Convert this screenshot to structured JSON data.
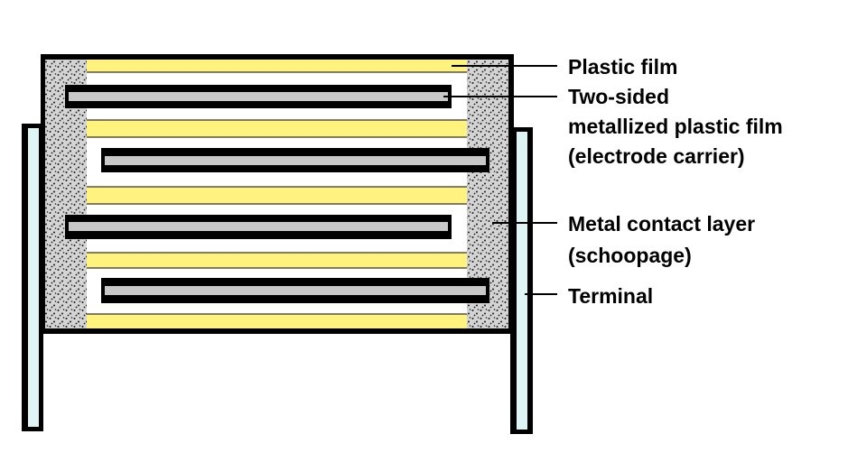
{
  "labels": {
    "plastic_film": "Plastic film",
    "two_sided_line1": "Two-sided",
    "two_sided_line2": "metallized plastic film",
    "two_sided_line3": "(electrode carrier)",
    "metal_contact_line1": "Metal contact layer",
    "metal_contact_line2": "(schoopage)",
    "terminal": "Terminal"
  },
  "colors": {
    "plastic_film": "#fff27f",
    "metallized_film": "#c8c8c8",
    "electrode_outline": "#000000",
    "schoopage_fill": "#d4d4d4",
    "schoopage_dots": "#1a1a1a",
    "terminal_fill": "#dff4f4",
    "outline": "#000000",
    "background": "#ffffff"
  }
}
